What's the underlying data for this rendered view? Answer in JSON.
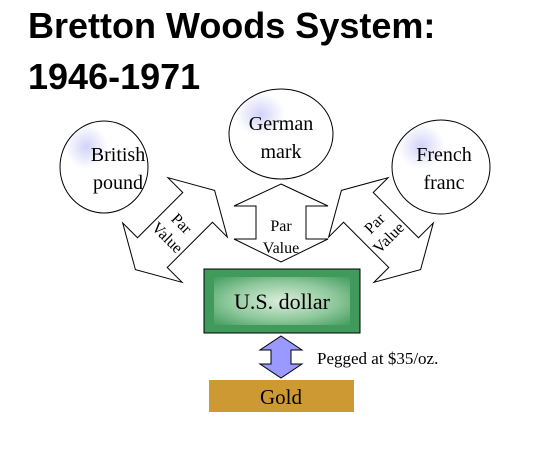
{
  "title": {
    "line1": "Bretton Woods System:",
    "line2": "1946-1971"
  },
  "currencies": {
    "british": {
      "line1": "British",
      "line2": "pound"
    },
    "german": {
      "line1": "German",
      "line2": "mark"
    },
    "french": {
      "line1": "French",
      "line2": "franc"
    }
  },
  "arrows": {
    "left": {
      "line1": "Par",
      "line2": "Value"
    },
    "center": {
      "line1": "Par",
      "line2": "Value"
    },
    "right": {
      "line1": "Par",
      "line2": "Value"
    }
  },
  "dollar": {
    "label": "U.S. dollar",
    "color": "#4FA66B"
  },
  "gold": {
    "label": "Gold",
    "color": "#CC9933"
  },
  "peg": {
    "label": "Pegged at $35/oz.",
    "arrow_color": "#9999FF"
  }
}
